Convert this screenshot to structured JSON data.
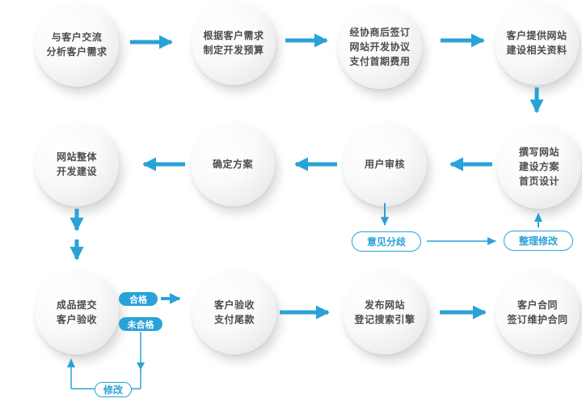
{
  "diagram": {
    "accent_color": "#29a2d8",
    "node_text_color": "#4d4d4d",
    "nodes": [
      {
        "id": "communicate",
        "label": "与客户交流\n分析客户需求"
      },
      {
        "id": "budget",
        "label": "根据客户需求\n制定开发预算"
      },
      {
        "id": "agreement",
        "label": "经协商后签订\n网站开发协议\n支付首期费用"
      },
      {
        "id": "materials",
        "label": "客户提供网站\n建设相关资料"
      },
      {
        "id": "proposal-design",
        "label": "撰写网站\n建设方案\n首页设计"
      },
      {
        "id": "user-review",
        "label": "用户审核"
      },
      {
        "id": "confirm-plan",
        "label": "确定方案"
      },
      {
        "id": "site-development",
        "label": "网站整体\n开发建设"
      },
      {
        "id": "submit-acceptance",
        "label": "成品提交\n客户验收"
      },
      {
        "id": "final-payment",
        "label": "客户验收\n支付尾款"
      },
      {
        "id": "publish-site",
        "label": "发布网站\n登记搜索引擎"
      },
      {
        "id": "maintenance",
        "label": "客户合同\n签订维护合同"
      }
    ],
    "labels": {
      "disagreement": "意见分歧",
      "revise": "整理修改",
      "qualified": "合格",
      "unqualified": "未合格",
      "modify": "修改"
    }
  }
}
